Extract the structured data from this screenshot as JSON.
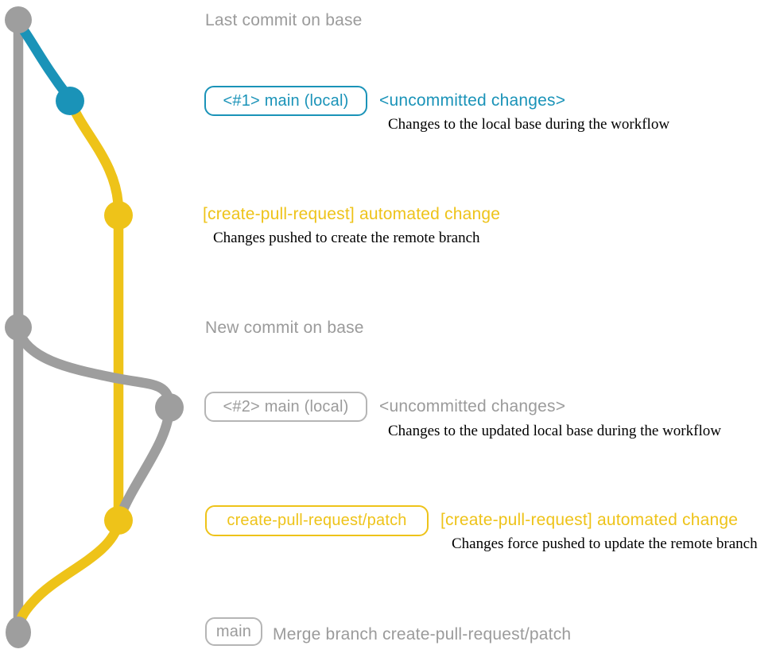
{
  "colors": {
    "base_gray": "#9e9e9e",
    "local_main_teal": "#1a93b8",
    "patch_yellow": "#eec319",
    "badge_border_gray": "#b5b5b5",
    "caption_gray": "#9b9b9b",
    "note_black": "#000000",
    "background": "#ffffff"
  },
  "graph": {
    "commit_count": 7,
    "branches": [
      {
        "name": "base (main)",
        "color": "#9e9e9e"
      },
      {
        "name": "main (local)",
        "color": "#1a93b8"
      },
      {
        "name": "create-pull-request/patch",
        "color": "#eec319"
      }
    ]
  },
  "events": {
    "last_commit": {
      "caption": "Last commit on base"
    },
    "local_main_1": {
      "badge": "<#1> main (local)",
      "caption": "<uncommitted changes>",
      "note": "Changes to the local base during the workflow"
    },
    "automated_change_1": {
      "caption": "[create-pull-request] automated change",
      "note": "Changes pushed to create the remote branch"
    },
    "new_commit": {
      "caption": "New commit on base"
    },
    "local_main_2": {
      "badge": "<#2> main (local)",
      "caption": "<uncommitted changes>",
      "note": "Changes to the updated local base during the workflow"
    },
    "automated_change_2": {
      "badge": "create-pull-request/patch",
      "caption": "[create-pull-request] automated change",
      "note": "Changes force pushed to update the remote branch"
    },
    "merge": {
      "badge": "main",
      "caption": "Merge branch create-pull-request/patch"
    }
  }
}
